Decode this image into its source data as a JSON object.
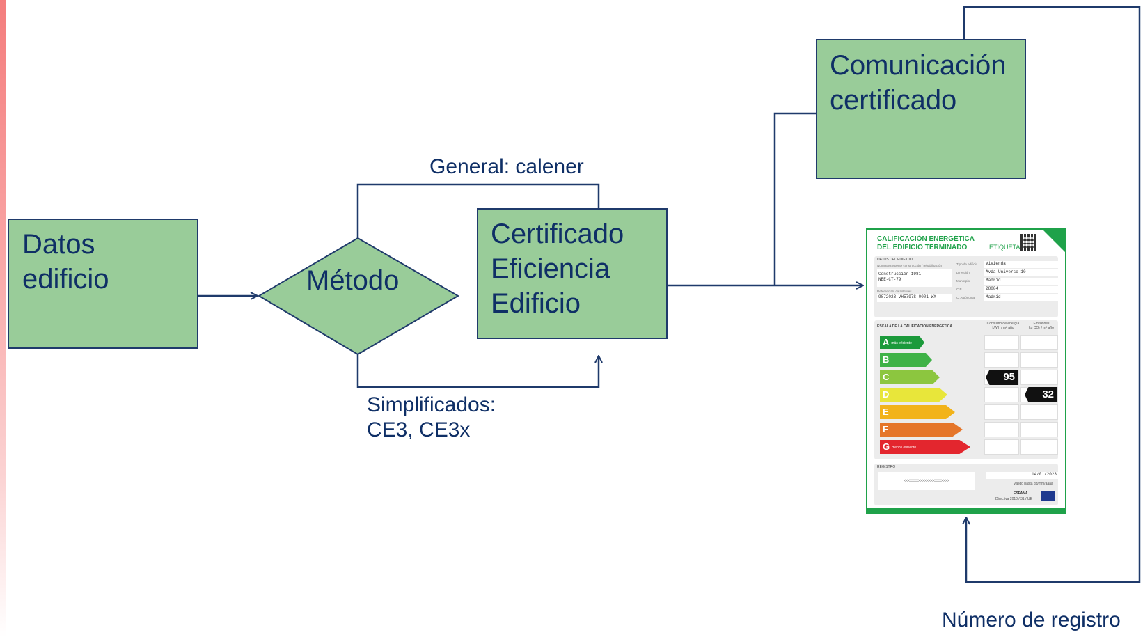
{
  "nodes": {
    "datos": [
      "Datos",
      "edificio"
    ],
    "metodo": "Método",
    "certificado": [
      "Certificado",
      "Eficiencia",
      "Edificio"
    ],
    "comunicacion": [
      "Comunicación",
      "certificado"
    ]
  },
  "edges": {
    "general": "General: calener",
    "simplificados": [
      "Simplificados:",
      "CE3, CE3x"
    ],
    "registro": "Número de registro"
  },
  "energy_label": {
    "title": [
      "CALIFICACIÓN ENERGÉTICA",
      "DEL EDIFICIO TERMINADO"
    ],
    "tag": "ETIQUETA",
    "datos_title": "DATOS DEL EDIFICIO",
    "normativa_key": "Normativa vigente construcción / rehabilitación",
    "normativa": [
      "Construcción 1981",
      "NBE-CT-79"
    ],
    "referencia_key": "Referencia/s catastral/es",
    "referencia": "9872023 VH5797S 0001 WX",
    "fields": [
      {
        "key": "Tipo de edificio",
        "value": "Vivienda"
      },
      {
        "key": "Dirección",
        "value": "Avda Universo 10"
      },
      {
        "key": "Municipio",
        "value": "Madrid"
      },
      {
        "key": "C.P.",
        "value": "28004"
      },
      {
        "key": "C. Autónoma",
        "value": "Madrid"
      }
    ],
    "escala_title": "ESCALA DE LA CALIFICACIÓN ENERGÉTICA",
    "col_consumo": [
      "Consumo de energía",
      "kW h / m² año"
    ],
    "col_emisiones": [
      "Emisiones",
      "kg CO₂ / m² año"
    ],
    "grades": [
      {
        "letter": "A",
        "note": "más eficiente",
        "color": "#1b9a3b"
      },
      {
        "letter": "B",
        "note": "",
        "color": "#3fb247"
      },
      {
        "letter": "C",
        "note": "",
        "color": "#8cc63f"
      },
      {
        "letter": "D",
        "note": "",
        "color": "#e8e63a"
      },
      {
        "letter": "E",
        "note": "",
        "color": "#f2b31a"
      },
      {
        "letter": "F",
        "note": "",
        "color": "#e5762a"
      },
      {
        "letter": "G",
        "note": "menos eficiente",
        "color": "#e3262e"
      }
    ],
    "consumo_value": "95",
    "emisiones_value": "32",
    "registro_title": "REGISTRO",
    "registro_number": "XXXXXXXXXXXXXXXXXXXXXX",
    "registro_date": "14/01/2023",
    "validez": "Válido hasta dd/mm/aaaa",
    "pais": "ESPAÑA",
    "directiva": "Directiva 2010 / 31 / UE"
  },
  "colors": {
    "node_fill": "#99cc99",
    "node_border": "#1f3a6b",
    "text": "#0f2f66",
    "accent_bar": "#f47d7d"
  }
}
